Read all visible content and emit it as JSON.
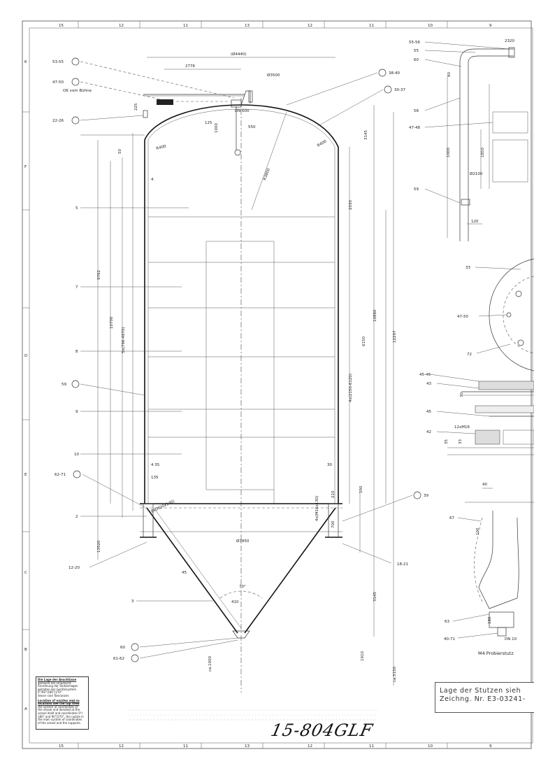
{
  "frame": {
    "zones_top": [
      "15",
      "12",
      "11",
      "13",
      "12",
      "11",
      "10",
      "9"
    ],
    "zones_bottom": [
      "15",
      "12",
      "11",
      "13",
      "12",
      "11",
      "10",
      "9"
    ],
    "rows_left": [
      "K",
      "F",
      "E",
      "D",
      "C",
      "B",
      "A"
    ]
  },
  "drawing_number": "15-804GLF",
  "stamp": {
    "line1": "Lage der Stutzen sieh",
    "line2": "Zeichng. Nr. E3-03241-"
  },
  "note": {
    "de_head": "Die Lage der Anschlüsse",
    "de_body": [
      "gemacht der Draufsicht",
      "Anordnung der Stutzenlagen",
      "gehalten der Gerätesystem",
      "0°/90°/180°/270°",
      "dieser sind Toleranzen"
    ],
    "en_head": "Location of nozzles and su",
    "en_head2": "locations see the top View",
    "en_body": [
      "the system of coordinates of",
      "the vessel and denoted at the",
      "vessel itself and coordinates 0°/",
      "180° and 90°/270°, the nozzle in",
      "the main system of coordinates",
      "of the vessel and the supports."
    ]
  },
  "labels": {
    "top_group_1": "53-55",
    "top_group_2": "47-50",
    "top_group_3": "22-26",
    "bubble_38": "38-40",
    "bubble_30": "30-37",
    "bubble_59": "59",
    "bubble_62": "62-71",
    "bubble_39": "39",
    "bubble_60": "60",
    "bubble_61": "61-62",
    "nozzle_12": "12-20",
    "nozzle_18": "18-21",
    "ok_buhne": "OK vom Bühne",
    "shell_3": "3",
    "shell_5": "5",
    "shell_7": "7",
    "shell_8": "8",
    "shell_9": "9",
    "shell_10": "10",
    "shell_2": "2",
    "shell_4": "4"
  },
  "dimensions": {
    "d_outer": "(Ø4440)",
    "d_inner": "Ø3500",
    "d_2776": "2776",
    "dn600": "DN 600",
    "d_550": "550",
    "d_125": "125",
    "d_1000": "1000",
    "d_225": "225",
    "d_50": "50",
    "r_r3800": "R3800",
    "r_r400": "R400",
    "d_9762": "9762",
    "d_10700": "10700",
    "d_span": "5x(796-4870)",
    "d_3145": "3145",
    "d_2030": "2030",
    "d_span2": "4x(2150-6120)",
    "d_6150": "6150",
    "d_10880": "10880",
    "d_12297": "12297",
    "d_435": "4 35",
    "d_135": "135",
    "d_30": "30",
    "d_13520": "13520",
    "d_o3850": "Ø3850",
    "d_45": "45",
    "angle_70": "70°",
    "d_410": "410",
    "d_3145b": "3145",
    "d_1910": "1910",
    "d_ca1000": "ca.1000",
    "d_ca5150": "ca.5150",
    "d_210": "210",
    "d_100": "100",
    "d_700": "700",
    "d_x": "8x(M20x140)",
    "d_y": "4x(M16x130)"
  },
  "detail_a": {
    "l1": "55-56",
    "l2": "55",
    "l3": "60",
    "l4": "58",
    "l5": "47-48",
    "l6": "59",
    "d1": "2320",
    "d2": "1000",
    "d3": "1850",
    "d4": "Ø2100",
    "d5": "120",
    "d6": "80"
  },
  "detail_b": {
    "l1": "33",
    "l2": "47-50",
    "l3": "72"
  },
  "detail_c": {
    "l1": "45-46",
    "l2": "43",
    "l3": "45",
    "l4": "42",
    "l5": "12xM16",
    "d1": "70",
    "d2": "35",
    "d3": "33"
  },
  "detail_d": {
    "l1": "67",
    "l2": "63",
    "l3": "40-71",
    "d1": "40",
    "d2": "100",
    "d3": "180",
    "d4": "DN 10",
    "caption": "M4 Probierstutz"
  }
}
